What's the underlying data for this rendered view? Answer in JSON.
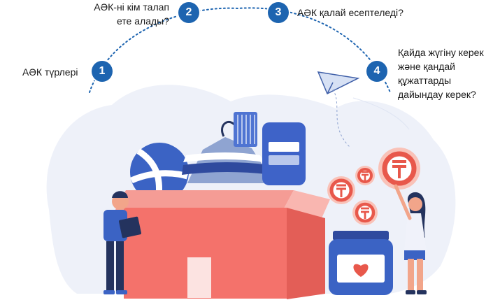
{
  "steps": [
    {
      "number": "1",
      "label": "АӘК түрлері"
    },
    {
      "number": "2",
      "label": "АӘК-ні кім талап ете алады?"
    },
    {
      "number": "3",
      "label": "АӘК қалай есептеледі?"
    },
    {
      "number": "4",
      "label": "Қайда жүгіну керек және қандай құжаттарды дайындау керек?"
    }
  ],
  "icons": {
    "coin_symbol": "₸",
    "jar_label": "heart"
  },
  "colors": {
    "accent_blue": "#1d64b0",
    "box_coral": "#f4726b",
    "coin_orange": "#e8584b",
    "background_blob": "#eef1f9"
  }
}
